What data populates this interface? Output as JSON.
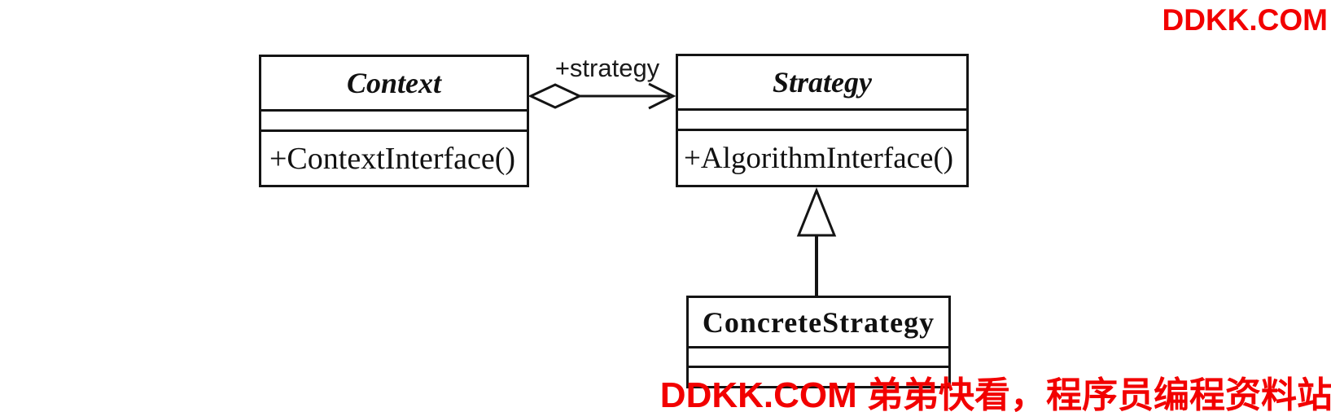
{
  "diagram": {
    "classes": [
      {
        "name": "Context",
        "abstract": true,
        "methods": [
          "+ContextInterface()"
        ]
      },
      {
        "name": "Strategy",
        "abstract": true,
        "methods": [
          "+AlgorithmInterface()"
        ]
      },
      {
        "name": "ConcreteStrategy",
        "abstract": false,
        "methods": []
      }
    ],
    "relationships": [
      {
        "type": "aggregation",
        "from": "Context",
        "to": "Strategy",
        "label": "+strategy"
      },
      {
        "type": "generalization",
        "from": "ConcreteStrategy",
        "to": "Strategy",
        "label": ""
      }
    ]
  },
  "watermarks": {
    "top_right": "DDKK.COM",
    "bottom": "DDKK.COM 弟弟快看，程序员编程资料站"
  },
  "colors": {
    "line": "#141414",
    "watermark_red": "#f20000",
    "background": "#ffffff"
  }
}
